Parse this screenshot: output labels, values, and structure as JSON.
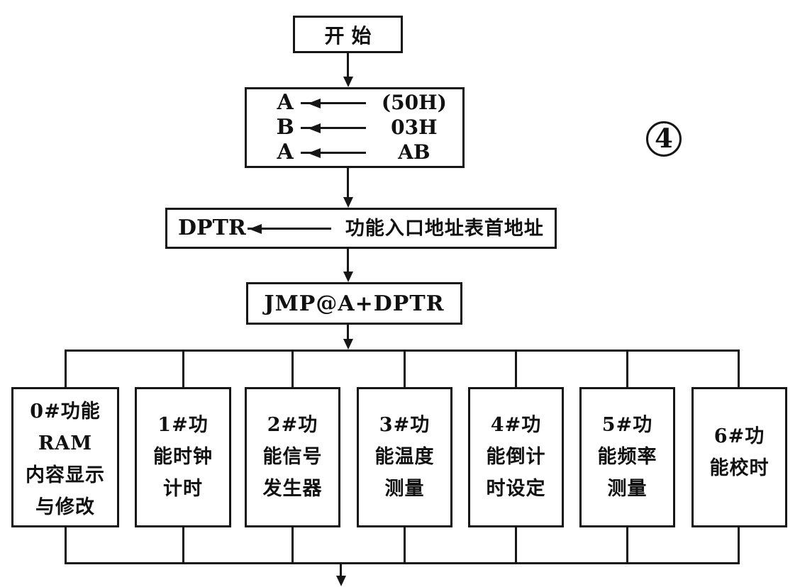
{
  "page": {
    "background_color": "#ffffff",
    "ink_color": "#161616",
    "description": "Scanned program flowchart: jump-table dispatch to 7 numbered functions"
  },
  "flow": {
    "start": {
      "label": "开始"
    },
    "assignments": {
      "rows": [
        {
          "target": "A",
          "value": "(50H)"
        },
        {
          "target": "B",
          "value": "03H"
        },
        {
          "target": "A",
          "value": "AB"
        }
      ]
    },
    "dptr": {
      "target": "DPTR",
      "value": "功能入口地址表首地址"
    },
    "jump": {
      "label": "JMP@A+DPTR"
    },
    "branches": [
      {
        "lines": [
          "0#功能",
          "RAM",
          "内容显示",
          "与修改"
        ]
      },
      {
        "lines": [
          "1#功",
          "能时钟",
          "计时"
        ]
      },
      {
        "lines": [
          "2#功",
          "能信号",
          "发生器"
        ]
      },
      {
        "lines": [
          "3#功",
          "能温度",
          "测量"
        ]
      },
      {
        "lines": [
          "4#功",
          "能倒计",
          "时设定"
        ]
      },
      {
        "lines": [
          "5#功",
          "能频率",
          "测量"
        ]
      },
      {
        "lines": [
          "6#功",
          "能校时"
        ]
      }
    ],
    "figure_number": "4"
  }
}
